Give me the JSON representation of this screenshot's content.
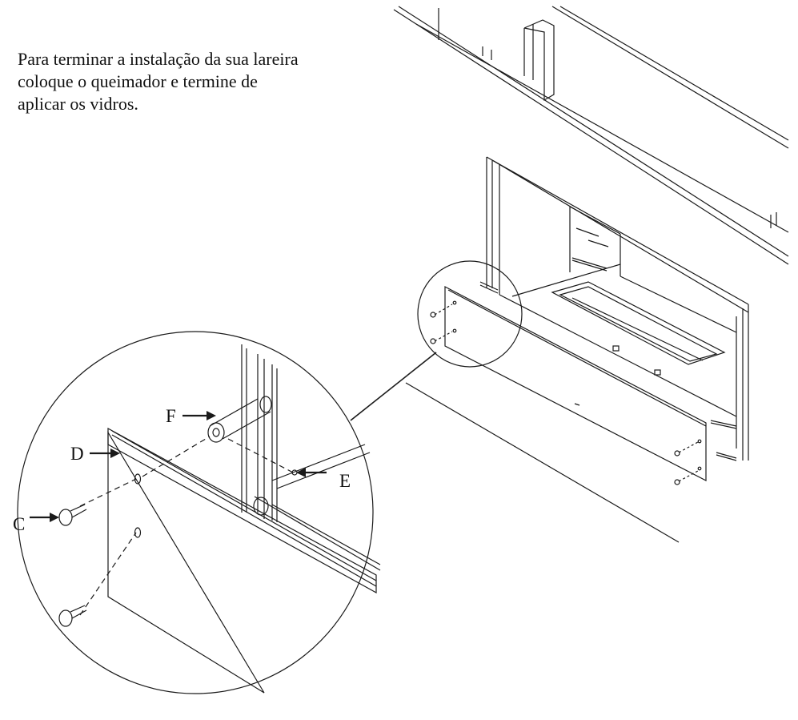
{
  "instructions": {
    "lines": [
      "Para terminar a instalação da sua lareira",
      "coloque o queimador e termine de",
      "aplicar os vidros."
    ]
  },
  "callouts": {
    "C": "C",
    "D": "D",
    "E": "E",
    "F": "F"
  },
  "colors": {
    "line": "#1a1a1a",
    "background": "#ffffff"
  }
}
